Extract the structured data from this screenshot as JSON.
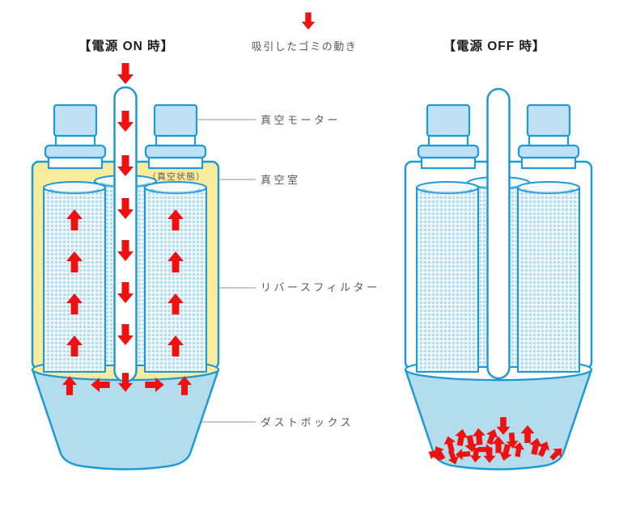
{
  "legend": {
    "arrow_icon": "red-down-arrow",
    "label": "吸引したゴミの動き"
  },
  "panels": {
    "on": {
      "title": "【電源 ON 時】",
      "chamber_note": "（真空状態）"
    },
    "off": {
      "title": "【電源 OFF 時】"
    }
  },
  "labels": {
    "vacuum_motor": "真空モーター",
    "vacuum_chamber": "真空室",
    "reverse_filter": "リバースフィルター",
    "dust_box": "ダストボックス"
  },
  "colors": {
    "outline_blue": "#1d9ad7",
    "motor_blue": "#bfe1f3",
    "dust_box_blue": "#b3dcec",
    "chamber_yellow": "#faec9e",
    "filter_square_blue": "#b5ddf0",
    "arrow_red": "#ee1111",
    "title_text": "#1f1f1f",
    "label_text": "#595959",
    "leader_line": "#a9a9a9",
    "page_bg": "#ffffff"
  }
}
